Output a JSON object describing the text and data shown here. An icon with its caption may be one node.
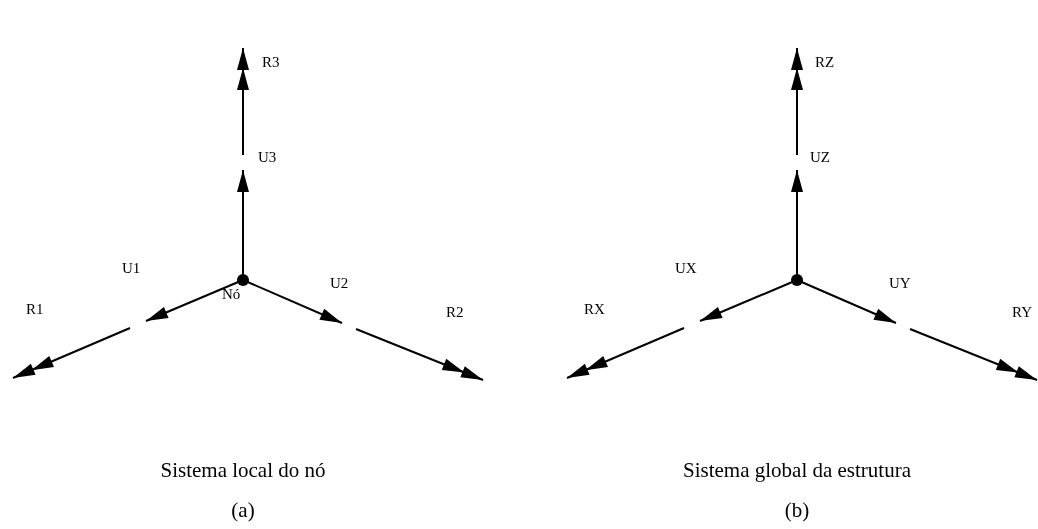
{
  "diagram": {
    "labels": [
      "R3",
      "U3",
      "U1",
      "Nó",
      "U2",
      "R1",
      "R2",
      "RZ",
      "UZ",
      "UX",
      "UY",
      "RX",
      "RY",
      "Sistema local do nó",
      "(a)",
      "Sistema global da estrutura",
      "(b)"
    ]
  }
}
